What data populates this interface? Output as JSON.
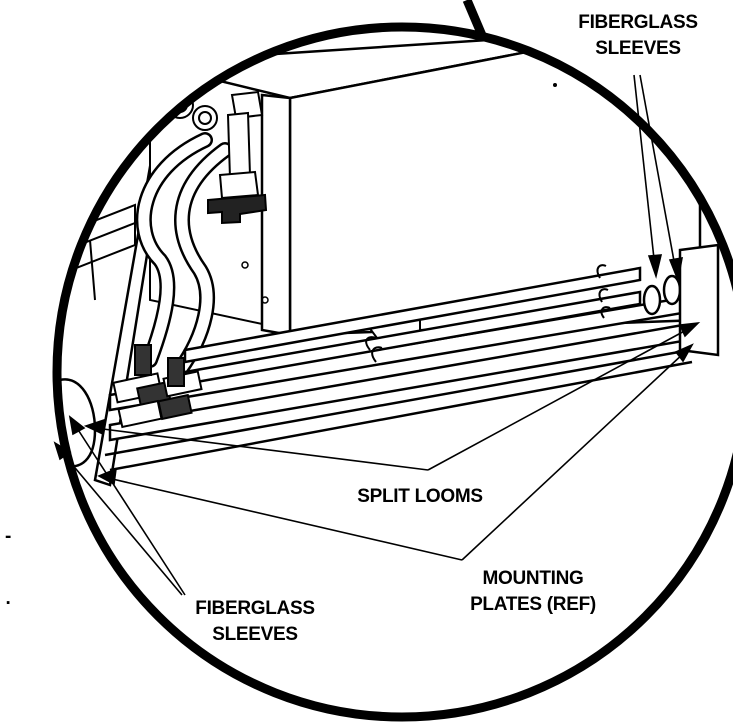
{
  "diagram": {
    "callouts": {
      "fiberglass_sleeves_top": [
        "FIBERGLASS",
        "SLEEVES"
      ],
      "split_looms": "SPLIT LOOMS",
      "mounting_plates": [
        "MOUNTING",
        "PLATES (REF)"
      ],
      "fiberglass_sleeves_bottom": [
        "FIBERGLASS",
        "SLEEVES"
      ]
    },
    "edge_marks": [
      "-",
      "."
    ]
  }
}
